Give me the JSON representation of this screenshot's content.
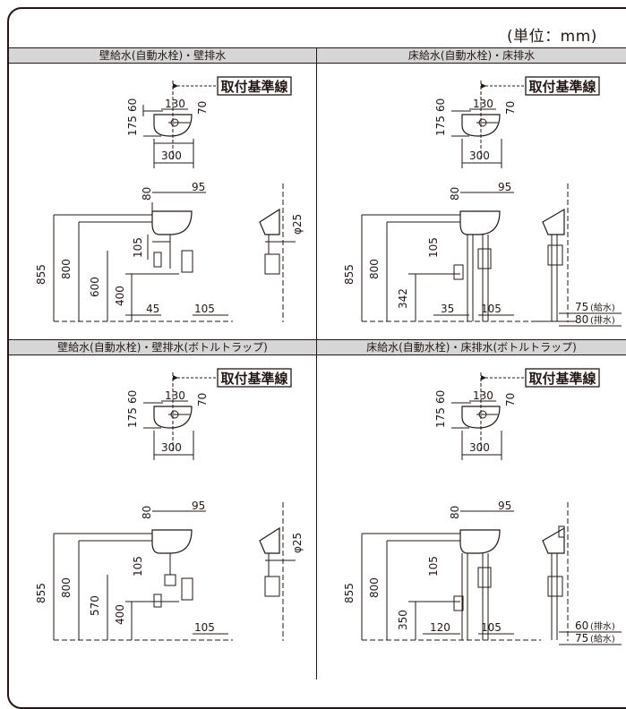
{
  "unit_label": "(単位：mm)",
  "reference_label": "取付基準線",
  "panels": [
    {
      "title": "壁給水(自動水栓)・壁排水",
      "top": {
        "d60": "60",
        "d130": "130",
        "d70": "70",
        "d175": "175",
        "d300": "300"
      },
      "front": {
        "d80": "80",
        "d95": "95",
        "d855": "855",
        "d800": "800",
        "d105v": "105",
        "d600": "600",
        "d400": "400",
        "d45": "45",
        "d105h": "105"
      },
      "side": {
        "dia": "φ25"
      }
    },
    {
      "title": "床給水(自動水栓)・床排水",
      "top": {
        "d60": "60",
        "d130": "130",
        "d70": "70",
        "d175": "175",
        "d300": "300"
      },
      "front": {
        "d80": "80",
        "d95": "95",
        "d855": "855",
        "d800": "800",
        "d105v": "105",
        "d342": "342",
        "d35": "35",
        "d105h": "105"
      },
      "side": {
        "d75": "75",
        "n75": "(給水)",
        "d80": "80",
        "n80": "(排水)"
      }
    },
    {
      "title": "壁給水(自動水栓)・壁排水(ボトルトラップ)",
      "top": {
        "d60": "60",
        "d130": "130",
        "d70": "70",
        "d175": "175",
        "d300": "300"
      },
      "front": {
        "d80": "80",
        "d95": "95",
        "d855": "855",
        "d800": "800",
        "d105v": "105",
        "d570": "570",
        "d400": "400",
        "d105h": "105"
      },
      "side": {
        "dia": "φ25"
      }
    },
    {
      "title": "床給水(自動水栓)・床排水(ボトルトラップ)",
      "top": {
        "d60": "60",
        "d130": "130",
        "d70": "70",
        "d175": "175",
        "d300": "300"
      },
      "front": {
        "d80": "80",
        "d95": "95",
        "d855": "855",
        "d800": "800",
        "d105v": "105",
        "d350": "350",
        "d120": "120",
        "d105h": "105"
      },
      "side": {
        "d60": "60",
        "n60": "(排水)",
        "d75": "75",
        "n75": "(給水)"
      }
    }
  ]
}
